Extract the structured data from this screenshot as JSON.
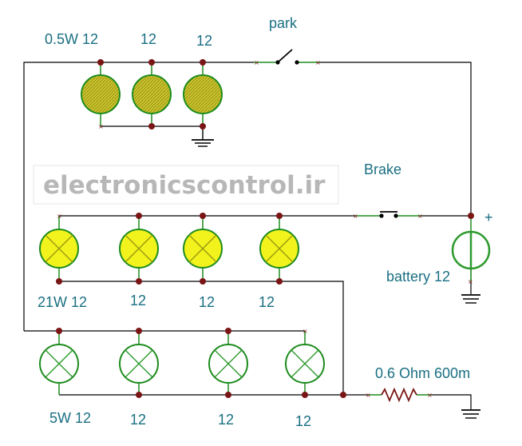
{
  "labels": {
    "park_switch": "park",
    "brake_switch": "Brake",
    "battery": "battery 12",
    "battery_polarity": "+",
    "resistor": "0.6 Ohm 600m",
    "park_lamps": [
      "0.5W 12",
      "12",
      "12"
    ],
    "brake_lamps": [
      "21W 12",
      "12",
      "12",
      "12"
    ],
    "small_lamps": [
      "5W 12",
      "12",
      "12",
      "12"
    ]
  },
  "watermark": "electronicscontrol.ir",
  "colors": {
    "wire": "#000000",
    "lead": "#1e8c1e",
    "node": "#7a1515",
    "label": "#1a6f82",
    "park_lamp_fill": "#c9c22a",
    "brake_lamp_fill": "#f2f21c",
    "small_lamp_fill": "#ffffff",
    "battery": "#2e9a2e",
    "resistor": "#7a1515"
  }
}
